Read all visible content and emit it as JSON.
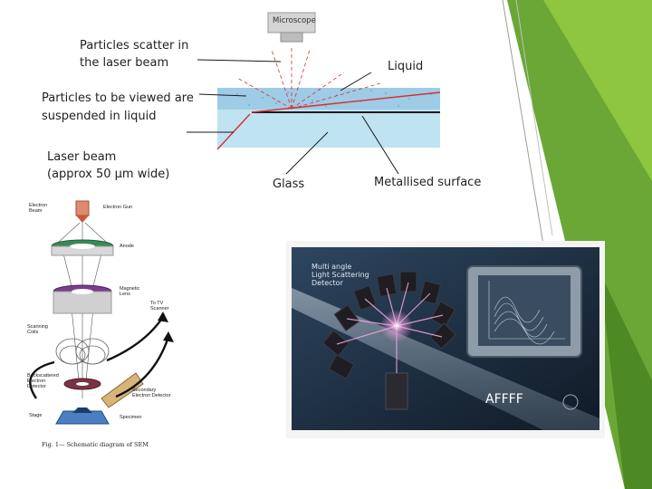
{
  "colors": {
    "accent_green_dark": "#5f9d2e",
    "accent_green_light": "#8ec63f",
    "laser_red": "#d62f2f",
    "liquid_blue": "#a9d2ea",
    "glass_blue": "#bfe3f0",
    "panel_dark": "#1b2a3a"
  },
  "dls_diagram": {
    "microscope_label": "Microscope",
    "scatter_label_line1": "Particles scatter in",
    "scatter_label_line2": "the laser beam",
    "liquid_label": "Liquid",
    "particles_label_line1": "Particles to be viewed are",
    "particles_label_line2": "suspended in liquid",
    "laser_label_line1": "Laser beam",
    "laser_label_line2": "(approx 50 µm wide)",
    "glass_label": "Glass",
    "metal_label": "Metallised surface"
  },
  "sem_diagram": {
    "electron_beam": "Electron Beam",
    "electron_gun": "Electron Gun",
    "anode": "Anode",
    "magnetic_lens": "Magnetic Lens",
    "to_tv_scanner": "To TV Scanner",
    "scanning_coils": "Scanning Coils",
    "backscattered_detector": "Backscattered Electron Detector",
    "secondary_detector": "Secondary Electron Detector",
    "stage": "Stage",
    "specimen": "Specimen",
    "caption": "Fig. 1— Schematic diagram of SEM"
  },
  "malls_photo": {
    "detector_label_line1": "Multi angle",
    "detector_label_line2": "Light Scattering",
    "detector_label_line3": "Detector",
    "watermark": "AFFFF"
  }
}
